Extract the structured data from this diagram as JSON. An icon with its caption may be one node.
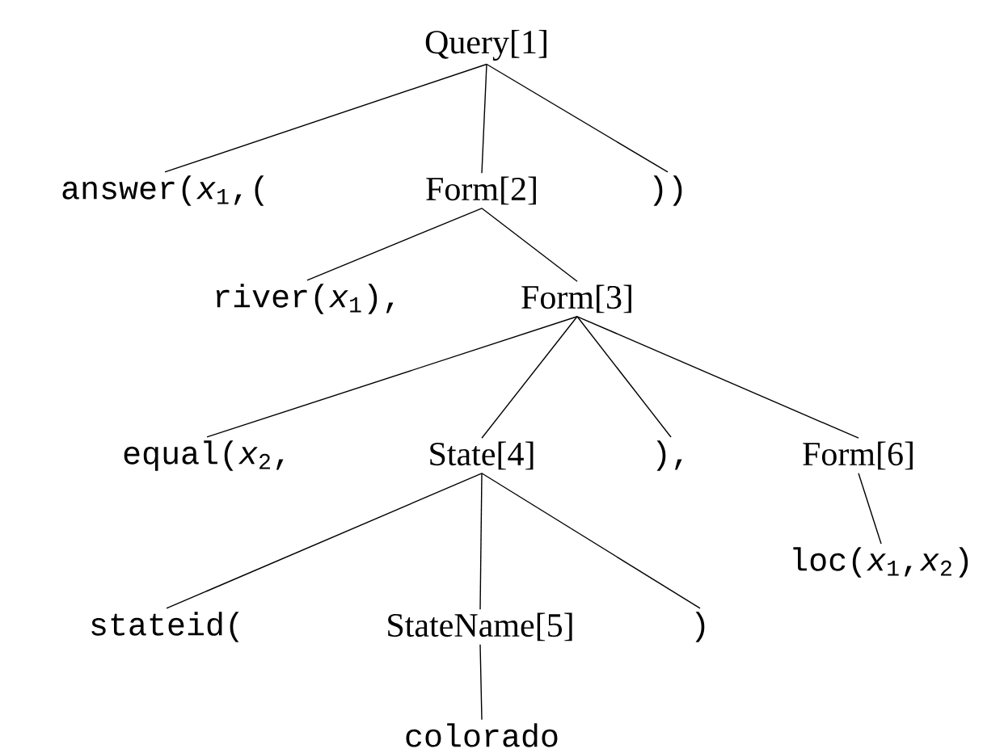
{
  "diagram": {
    "nodes": [
      {
        "text": [
          "Query[1]"
        ]
      },
      {
        "text": [
          "answer(*x*$_{1}$,("
        ]
      },
      {
        "text": [
          "Form[2]"
        ]
      },
      {
        "text": [
          "))"
        ]
      },
      {
        "text": [
          "river(*x*$_{1}$),"
        ]
      },
      {
        "text": [
          "Form[3]"
        ]
      },
      {
        "text": [
          "equal(*x*$_{2}$,"
        ]
      },
      {
        "text": [
          "State[4]"
        ]
      },
      {
        "text": [
          "),"
        ]
      },
      {
        "text": [
          "Form[6]"
        ]
      },
      {
        "text": [
          "loc(*x*$_{1}$,*x*$_{2}$)"
        ]
      },
      {
        "text": [
          "stateid("
        ]
      },
      {
        "text": [
          "StateName[5]"
        ]
      },
      {
        "text": [
          ")"
        ]
      },
      {
        "text": [
          "colorado"
        ]
      }
    ],
    "edges": [
      {
        "from": 0,
        "to": 1,
        "arrow": "none"
      },
      {
        "from": 0,
        "to": 2,
        "arrow": "none"
      },
      {
        "from": 0,
        "to": 3,
        "arrow": "none"
      },
      {
        "from": 2,
        "to": 4,
        "arrow": "none"
      },
      {
        "from": 2,
        "to": 5,
        "arrow": "none"
      },
      {
        "from": 5,
        "to": 6,
        "arrow": "none"
      },
      {
        "from": 5,
        "to": 7,
        "arrow": "none"
      },
      {
        "from": 5,
        "to": 8,
        "arrow": "none"
      },
      {
        "from": 5,
        "to": 9,
        "arrow": "none"
      },
      {
        "from": 9,
        "to": 10,
        "arrow": "none"
      },
      {
        "from": 7,
        "to": 11,
        "arrow": "none"
      },
      {
        "from": 7,
        "to": 12,
        "arrow": "none"
      },
      {
        "from": 7,
        "to": 13,
        "arrow": "none"
      },
      {
        "from": 12,
        "to": 14,
        "arrow": "none"
      }
    ]
  }
}
